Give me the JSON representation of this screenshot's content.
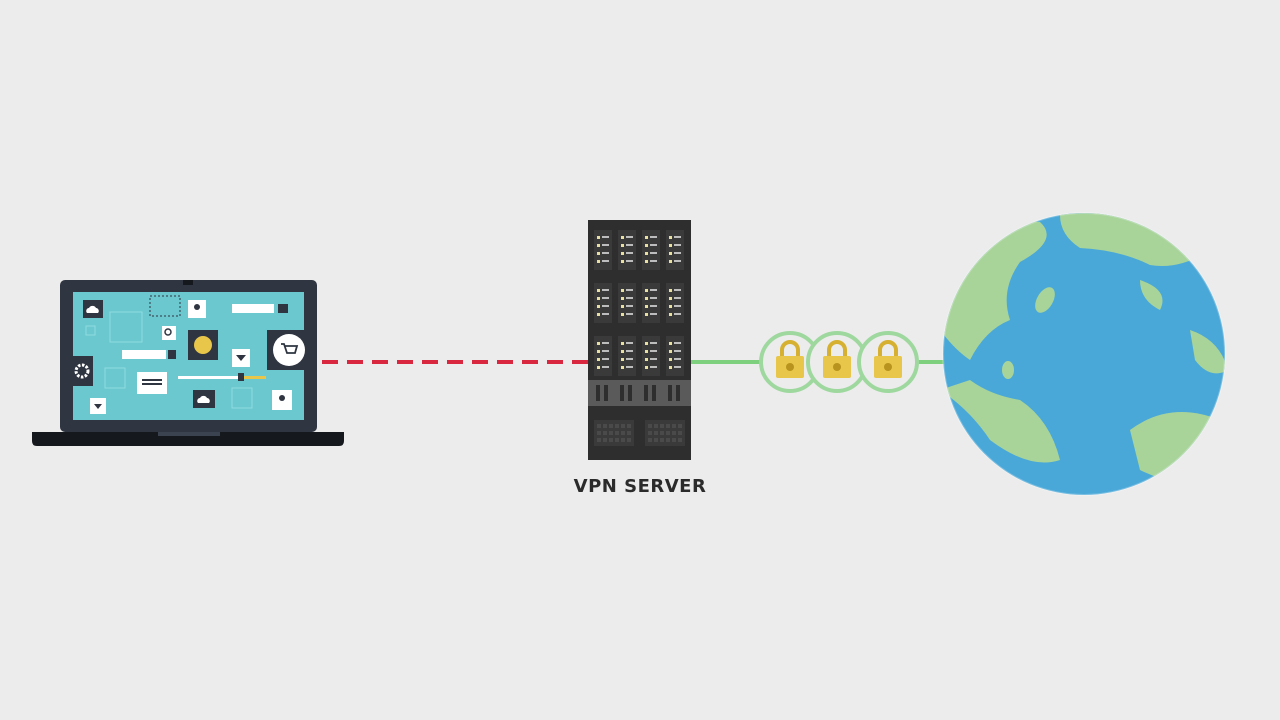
{
  "diagram": {
    "server_label": "VPN SERVER",
    "nodes": [
      {
        "id": "laptop",
        "icon": "laptop-icon"
      },
      {
        "id": "vpn-server",
        "icon": "server-rack-icon"
      },
      {
        "id": "internet",
        "icon": "globe-icon"
      }
    ],
    "connections": [
      {
        "from": "laptop",
        "to": "vpn-server",
        "style": "dashed",
        "color": "#d8273f"
      },
      {
        "from": "vpn-server",
        "to": "internet",
        "style": "solid",
        "color": "#7ed07e",
        "locks": 3
      }
    ]
  },
  "colors": {
    "background": "#ececec",
    "laptop_frame": "#2f3541",
    "laptop_screen": "#6bc8cf",
    "server_body": "#2e2e2e",
    "lock_body": "#e8c64a",
    "lock_ring": "#9fd89f",
    "globe_ocean": "#4aa8d8",
    "globe_land": "#a8d49a"
  }
}
